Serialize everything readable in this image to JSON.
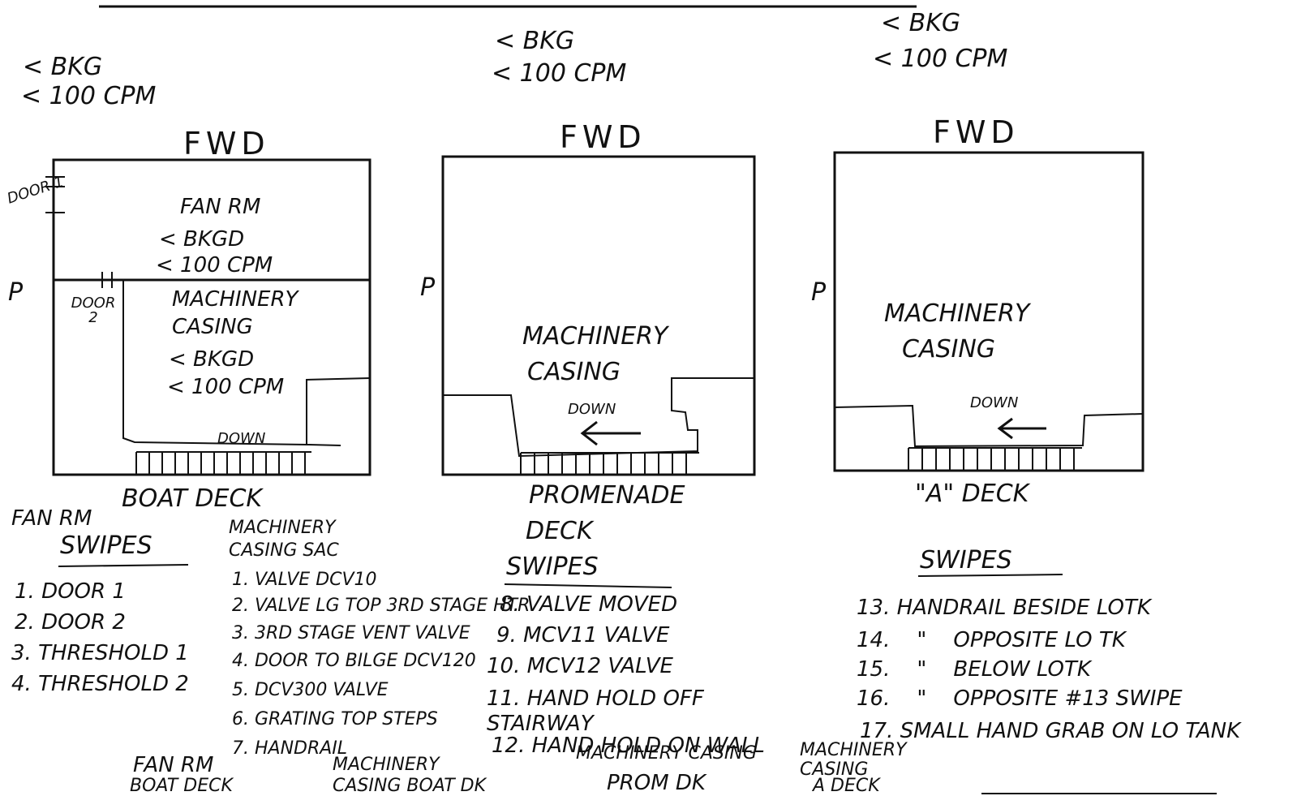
{
  "panels": [
    {
      "bkg_top": "< BKG",
      "cpm_top": "< 100 CPM",
      "fwd": "FWD",
      "p_label": "P",
      "door1": "DOOR 1",
      "door2": "DOOR 2",
      "fan_room": "FAN RM",
      "fan_bkg": "< BKGD",
      "fan_cpm": "< 100 CPM",
      "machinery": "MACHINERY",
      "casing": "CASING",
      "mach_bkg": "< BKGD",
      "mach_cpm": "< 100 CPM",
      "down": "DOWN",
      "deck_name": "BOAT DECK"
    },
    {
      "bkg_top": "< BKG",
      "cpm_top": "< 100 CPM",
      "fwd": "FWD",
      "p_label": "P",
      "machinery": "MACHINERY",
      "casing": "CASING",
      "down": "DOWN",
      "deck_name": "PROMENADE",
      "deck_name_2": "DECK"
    },
    {
      "bkg_top": "< BKG",
      "cpm_top": "< 100 CPM",
      "fwd": "FWD",
      "p_label": "P",
      "machinery": "MACHINERY",
      "casing": "CASING",
      "down": "DOWN",
      "deck_name": "\"A\" DECK"
    }
  ],
  "swipes": {
    "fan_room": {
      "title_1": "FAN RM",
      "title_2": "SWIPES",
      "items": [
        "1. DOOR 1",
        "2. DOOR 2",
        "3. THRESHOLD 1",
        "4. THRESHOLD 2"
      ]
    },
    "machinery_casing": {
      "title_1": "MACHINERY",
      "title_2": "CASING SAC",
      "items": [
        "1. VALVE DCV10",
        "2. VALVE LG TOP 3RD STAGE HTR",
        "3. 3RD STAGE VENT VALVE",
        "4. DOOR TO BILGE DCV120",
        "5. DCV300 VALVE",
        "6. GRATING TOP STEPS",
        "7. HANDRAIL"
      ]
    },
    "promenade": {
      "title": "SWIPES",
      "items": [
        "8. VALVE MOVED",
        "9. MCV11 VALVE",
        "10. MCV12 VALVE",
        "11. HAND HOLD OFF STAIRWAY",
        "12. HAND HOLD ON WALL"
      ]
    },
    "a_deck": {
      "title": "SWIPES",
      "items": [
        "13. HANDRAIL BESIDE LOTK",
        "14.    \"    OPPOSITE LO TK",
        "15.    \"    BELOW LOTK",
        "16.    \"    OPPOSITE #13 SWIPE",
        "17. SMALL HAND GRAB ON LO TANK"
      ]
    }
  },
  "footer": {
    "fan_1": "FAN RM",
    "fan_2": "BOAT DECK",
    "mach_boat_1": "MACHINERY",
    "mach_boat_2": "CASING BOAT DK",
    "mach_prom_1": "MACHINERY CASING",
    "mach_prom_2": "PROM DK",
    "mach_a_1": "MACHINERY",
    "mach_a_2": "CASING",
    "mach_a_3": "A DECK"
  }
}
